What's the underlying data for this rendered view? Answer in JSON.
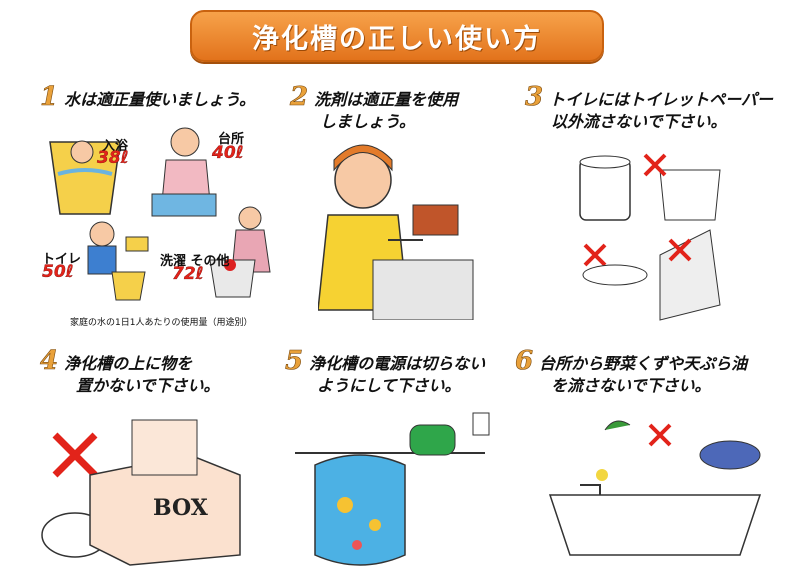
{
  "title": "浄化槽の正しい使い方",
  "items": [
    {
      "num": "1",
      "line1": "水は適正量使いましょう。",
      "line2": ""
    },
    {
      "num": "2",
      "line1": "洗剤は適正量を使用",
      "line2": "しましょう。"
    },
    {
      "num": "3",
      "line1": "トイレにはトイレットペーパー",
      "line2": "以外流さないで下さい。"
    },
    {
      "num": "4",
      "line1": "浄化槽の上に物を",
      "line2": "置かないで下さい。"
    },
    {
      "num": "5",
      "line1": "浄化槽の電源は切らない",
      "line2": "ようにして下さい。"
    },
    {
      "num": "6",
      "line1": "台所から野菜くずや天ぷら油",
      "line2": "を流さないで下さい。"
    }
  ],
  "usage": {
    "bath_label": "入浴",
    "bath_value": "38ℓ",
    "kitchen_label": "台所",
    "kitchen_value": "40ℓ",
    "toilet_label": "トイレ",
    "toilet_value": "50ℓ",
    "laundry_label": "洗濯 その他",
    "laundry_value": "72ℓ",
    "note": "家庭の水の1日1人あたりの使用量（用途別）"
  },
  "box_text": "BOX",
  "colors": {
    "banner": "#e8801f",
    "number": "#e9a13a",
    "cross": "#e2231a"
  }
}
